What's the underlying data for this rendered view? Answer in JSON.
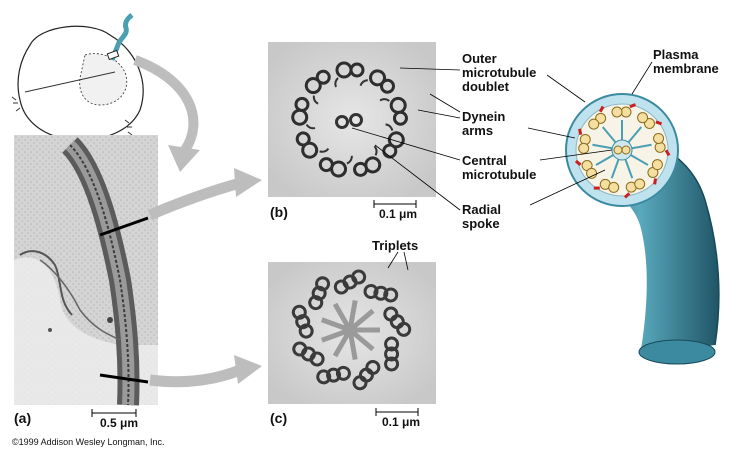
{
  "panels": {
    "a": "(a)",
    "b": "(b)",
    "c": "(c)"
  },
  "scale_bars": {
    "a": "0.5 μm",
    "b": "0.1 μm",
    "c": "0.1 μm"
  },
  "labels": {
    "outer_doublet_1": "Outer",
    "outer_doublet_2": "microtubule",
    "outer_doublet_3": "doublet",
    "dynein_1": "Dynein",
    "dynein_2": "arms",
    "central_1": "Central",
    "central_2": "microtubule",
    "radial_1": "Radial",
    "radial_2": "spoke",
    "triplets": "Triplets",
    "plasma_1": "Plasma",
    "plasma_2": "membrane"
  },
  "copyright": "©1999 Addison Wesley Longman, Inc.",
  "colors": {
    "cilium_tube": "#3b8aa0",
    "cilium_end": "#bfe3ee",
    "doublet_fill": "#f5dfa0",
    "dynein": "#cc1f1f",
    "micrograph_bg": "#d9d9d9"
  }
}
